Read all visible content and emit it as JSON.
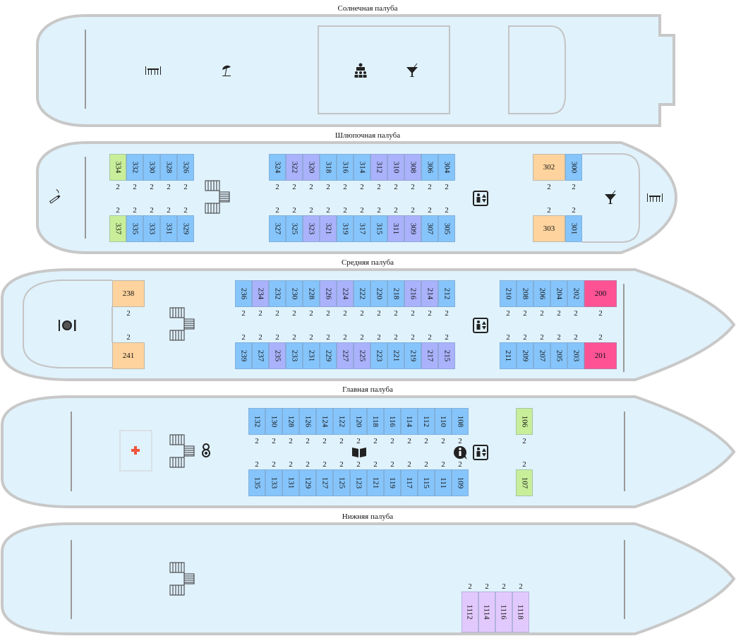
{
  "categories": {
    "blue": "#86c5fb",
    "purple": "#aab2fb",
    "green": "#c8ee9a",
    "orange": "#fed39e",
    "pink": "#fd5394",
    "lilac": "#e2c9fd"
  },
  "colors": {
    "hull_fill": "#e0f2fc",
    "hull_stroke": "#c8c8c8",
    "icon": "#222222",
    "medical_cross": "#f0553c"
  },
  "decks": {
    "sun": {
      "title": "Солнечная палуба",
      "icons": [
        "restaurant-table-icon",
        "beach-umbrella-icon",
        "conference-hall-icon",
        "cocktail-bar-icon"
      ]
    },
    "boat": {
      "title": "Шлюпочная палуба",
      "icons": [
        "smoking-area-icon",
        "stairs-icon",
        "elevator-icon",
        "cocktail-bar-icon",
        "restaurant-table-icon"
      ],
      "groups": {
        "aft": {
          "top": [
            {
              "n": "334",
              "b": "2",
              "c": "green"
            },
            {
              "n": "332",
              "b": "2",
              "c": "blue"
            },
            {
              "n": "330",
              "b": "2",
              "c": "blue"
            },
            {
              "n": "328",
              "b": "2",
              "c": "blue"
            },
            {
              "n": "326",
              "b": "2",
              "c": "blue"
            }
          ],
          "bottom": [
            {
              "n": "337",
              "b": "2",
              "c": "green"
            },
            {
              "n": "335",
              "b": "2",
              "c": "blue"
            },
            {
              "n": "333",
              "b": "2",
              "c": "blue"
            },
            {
              "n": "331",
              "b": "2",
              "c": "blue"
            },
            {
              "n": "329",
              "b": "2",
              "c": "blue"
            }
          ]
        },
        "mid": {
          "top": [
            {
              "n": "324",
              "b": "2",
              "c": "blue"
            },
            {
              "n": "322",
              "b": "2",
              "c": "purple"
            },
            {
              "n": "320",
              "b": "2",
              "c": "purple"
            },
            {
              "n": "318",
              "b": "2",
              "c": "blue"
            },
            {
              "n": "316",
              "b": "2",
              "c": "blue"
            },
            {
              "n": "314",
              "b": "2",
              "c": "blue"
            },
            {
              "n": "312",
              "b": "2",
              "c": "purple"
            },
            {
              "n": "310",
              "b": "2",
              "c": "purple"
            },
            {
              "n": "308",
              "b": "2",
              "c": "purple"
            },
            {
              "n": "306",
              "b": "2",
              "c": "blue"
            },
            {
              "n": "304",
              "b": "2",
              "c": "blue"
            }
          ],
          "bottom": [
            {
              "n": "327",
              "b": "2",
              "c": "blue"
            },
            {
              "n": "325",
              "b": "2",
              "c": "blue"
            },
            {
              "n": "323",
              "b": "2",
              "c": "purple"
            },
            {
              "n": "321",
              "b": "2",
              "c": "purple"
            },
            {
              "n": "319",
              "b": "2",
              "c": "blue"
            },
            {
              "n": "317",
              "b": "2",
              "c": "blue"
            },
            {
              "n": "315",
              "b": "2",
              "c": "blue"
            },
            {
              "n": "311",
              "b": "2",
              "c": "purple"
            },
            {
              "n": "309",
              "b": "2",
              "c": "purple"
            },
            {
              "n": "307",
              "b": "2",
              "c": "blue"
            },
            {
              "n": "305",
              "b": "2",
              "c": "blue"
            }
          ]
        },
        "fore": {
          "top": [
            {
              "n": "302",
              "b": "2",
              "c": "orange",
              "wide": true
            },
            {
              "n": "300",
              "b": "2",
              "c": "blue"
            }
          ],
          "bottom": [
            {
              "n": "303",
              "b": "2",
              "c": "orange",
              "wide": true
            },
            {
              "n": "301",
              "b": "2",
              "c": "blue"
            }
          ]
        }
      }
    },
    "middle": {
      "title": "Средняя палуба",
      "icons": [
        "restaurant-icon",
        "stairs-icon",
        "elevator-icon"
      ],
      "groups": {
        "aft": {
          "top": [
            {
              "n": "238",
              "b": "2",
              "c": "orange",
              "wide": true
            }
          ],
          "bottom": [
            {
              "n": "241",
              "b": "2",
              "c": "orange",
              "wide": true
            }
          ]
        },
        "mid": {
          "top": [
            {
              "n": "236",
              "b": "2",
              "c": "blue"
            },
            {
              "n": "234",
              "b": "2",
              "c": "purple"
            },
            {
              "n": "232",
              "b": "2",
              "c": "blue"
            },
            {
              "n": "230",
              "b": "2",
              "c": "blue"
            },
            {
              "n": "228",
              "b": "2",
              "c": "blue"
            },
            {
              "n": "226",
              "b": "2",
              "c": "purple"
            },
            {
              "n": "224",
              "b": "2",
              "c": "purple"
            },
            {
              "n": "222",
              "b": "2",
              "c": "blue"
            },
            {
              "n": "220",
              "b": "2",
              "c": "blue"
            },
            {
              "n": "218",
              "b": "2",
              "c": "blue"
            },
            {
              "n": "216",
              "b": "2",
              "c": "purple"
            },
            {
              "n": "214",
              "b": "2",
              "c": "purple"
            },
            {
              "n": "212",
              "b": "2",
              "c": "blue"
            }
          ],
          "bottom": [
            {
              "n": "239",
              "b": "2",
              "c": "blue"
            },
            {
              "n": "237",
              "b": "2",
              "c": "blue"
            },
            {
              "n": "235",
              "b": "2",
              "c": "purple"
            },
            {
              "n": "233",
              "b": "2",
              "c": "blue"
            },
            {
              "n": "231",
              "b": "2",
              "c": "blue"
            },
            {
              "n": "229",
              "b": "2",
              "c": "blue"
            },
            {
              "n": "227",
              "b": "2",
              "c": "purple"
            },
            {
              "n": "225",
              "b": "2",
              "c": "purple"
            },
            {
              "n": "223",
              "b": "2",
              "c": "blue"
            },
            {
              "n": "221",
              "b": "2",
              "c": "blue"
            },
            {
              "n": "219",
              "b": "2",
              "c": "blue"
            },
            {
              "n": "217",
              "b": "2",
              "c": "purple"
            },
            {
              "n": "215",
              "b": "2",
              "c": "purple"
            }
          ]
        },
        "fore": {
          "top": [
            {
              "n": "210",
              "b": "2",
              "c": "blue"
            },
            {
              "n": "208",
              "b": "2",
              "c": "blue"
            },
            {
              "n": "206",
              "b": "2",
              "c": "blue"
            },
            {
              "n": "204",
              "b": "2",
              "c": "blue"
            },
            {
              "n": "202",
              "b": "2",
              "c": "blue"
            },
            {
              "n": "200",
              "b": "2",
              "c": "pink",
              "wide": true
            }
          ],
          "bottom": [
            {
              "n": "211",
              "b": "2",
              "c": "blue"
            },
            {
              "n": "209",
              "b": "2",
              "c": "blue"
            },
            {
              "n": "207",
              "b": "2",
              "c": "blue"
            },
            {
              "n": "205",
              "b": "2",
              "c": "blue"
            },
            {
              "n": "203",
              "b": "2",
              "c": "blue"
            },
            {
              "n": "201",
              "b": "2",
              "c": "pink",
              "wide": true
            }
          ]
        }
      }
    },
    "main": {
      "title": "Главная палуба",
      "icons": [
        "medical-icon",
        "stairs-icon",
        "baby-room-icon",
        "library-icon",
        "info-icon",
        "elevator-icon"
      ],
      "groups": {
        "mid": {
          "top": [
            {
              "n": "132",
              "b": "2",
              "c": "blue"
            },
            {
              "n": "130",
              "b": "2",
              "c": "blue"
            },
            {
              "n": "128",
              "b": "2",
              "c": "blue"
            },
            {
              "n": "126",
              "b": "2",
              "c": "blue"
            },
            {
              "n": "124",
              "b": "2",
              "c": "blue"
            },
            {
              "n": "122",
              "b": "2",
              "c": "blue"
            },
            {
              "n": "120",
              "b": "2",
              "c": "blue"
            },
            {
              "n": "118",
              "b": "2",
              "c": "blue"
            },
            {
              "n": "116",
              "b": "2",
              "c": "blue"
            },
            {
              "n": "114",
              "b": "2",
              "c": "blue"
            },
            {
              "n": "112",
              "b": "2",
              "c": "blue"
            },
            {
              "n": "110",
              "b": "2",
              "c": "blue"
            },
            {
              "n": "108",
              "b": "2",
              "c": "blue"
            }
          ],
          "bottom": [
            {
              "n": "135",
              "b": "2",
              "c": "blue"
            },
            {
              "n": "133",
              "b": "2",
              "c": "blue"
            },
            {
              "n": "131",
              "b": "2",
              "c": "blue"
            },
            {
              "n": "129",
              "b": "2",
              "c": "blue"
            },
            {
              "n": "127",
              "b": "2",
              "c": "blue"
            },
            {
              "n": "125",
              "b": "2",
              "c": "blue"
            },
            {
              "n": "123",
              "b": "2",
              "c": "blue"
            },
            {
              "n": "121",
              "b": "2",
              "c": "blue"
            },
            {
              "n": "119",
              "b": "2",
              "c": "blue"
            },
            {
              "n": "117",
              "b": "2",
              "c": "blue"
            },
            {
              "n": "115",
              "b": "2",
              "c": "blue"
            },
            {
              "n": "111",
              "b": "2",
              "c": "blue"
            },
            {
              "n": "109",
              "b": "2",
              "c": "blue"
            }
          ]
        },
        "fore": {
          "top": [
            {
              "n": "106",
              "b": "2",
              "c": "green"
            }
          ],
          "bottom": [
            {
              "n": "107",
              "b": "2",
              "c": "green"
            }
          ]
        }
      }
    },
    "lower": {
      "title": "Нижняя палуба",
      "icons": [
        "stairs-icon"
      ],
      "groups": {
        "fore": {
          "top": [
            {
              "n": "1112",
              "b": "2",
              "c": "lilac"
            },
            {
              "n": "1114",
              "b": "2",
              "c": "lilac"
            },
            {
              "n": "1116",
              "b": "2",
              "c": "lilac"
            },
            {
              "n": "1118",
              "b": "2",
              "c": "lilac"
            }
          ]
        }
      }
    }
  }
}
